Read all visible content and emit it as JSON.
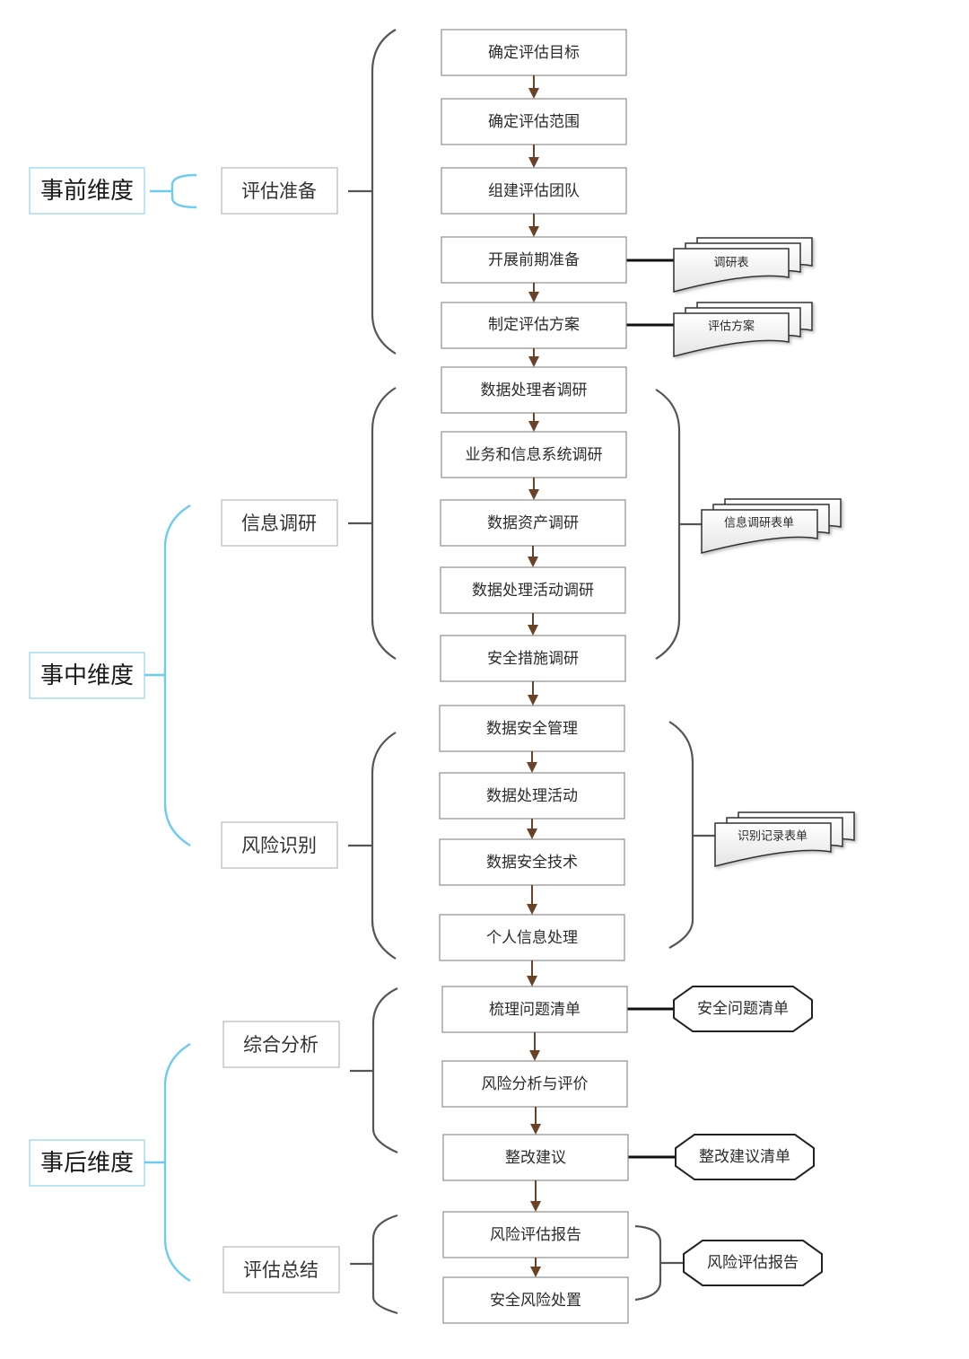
{
  "dimensions": [
    {
      "id": "pre",
      "label": "事前维度"
    },
    {
      "id": "mid",
      "label": "事中维度"
    },
    {
      "id": "post",
      "label": "事后维度"
    }
  ],
  "phases": [
    {
      "id": "prep",
      "label": "评估准备"
    },
    {
      "id": "survey",
      "label": "信息调研"
    },
    {
      "id": "risk",
      "label": "风险识别"
    },
    {
      "id": "analysis",
      "label": "综合分析"
    },
    {
      "id": "summary",
      "label": "评估总结"
    }
  ],
  "steps": [
    "确定评估目标",
    "确定评估范围",
    "组建评估团队",
    "开展前期准备",
    "制定评估方案",
    "数据处理者调研",
    "业务和信息系统调研",
    "数据资产调研",
    "数据处理活动调研",
    "安全措施调研",
    "数据安全管理",
    "数据处理活动",
    "数据安全技术",
    "个人信息处理",
    "梳理问题清单",
    "风险分析与评价",
    "整改建议",
    "风险评估报告",
    "安全风险处置"
  ],
  "documents": [
    "调研表",
    "评估方案",
    "信息调研表单",
    "识别记录表单"
  ],
  "outputs": [
    "安全问题清单",
    "整改建议清单",
    "风险评估报告"
  ],
  "colors": {
    "dimension_brace": "#6ccbf0",
    "phase_brace": "#555555",
    "arrow": "#6b4226"
  }
}
